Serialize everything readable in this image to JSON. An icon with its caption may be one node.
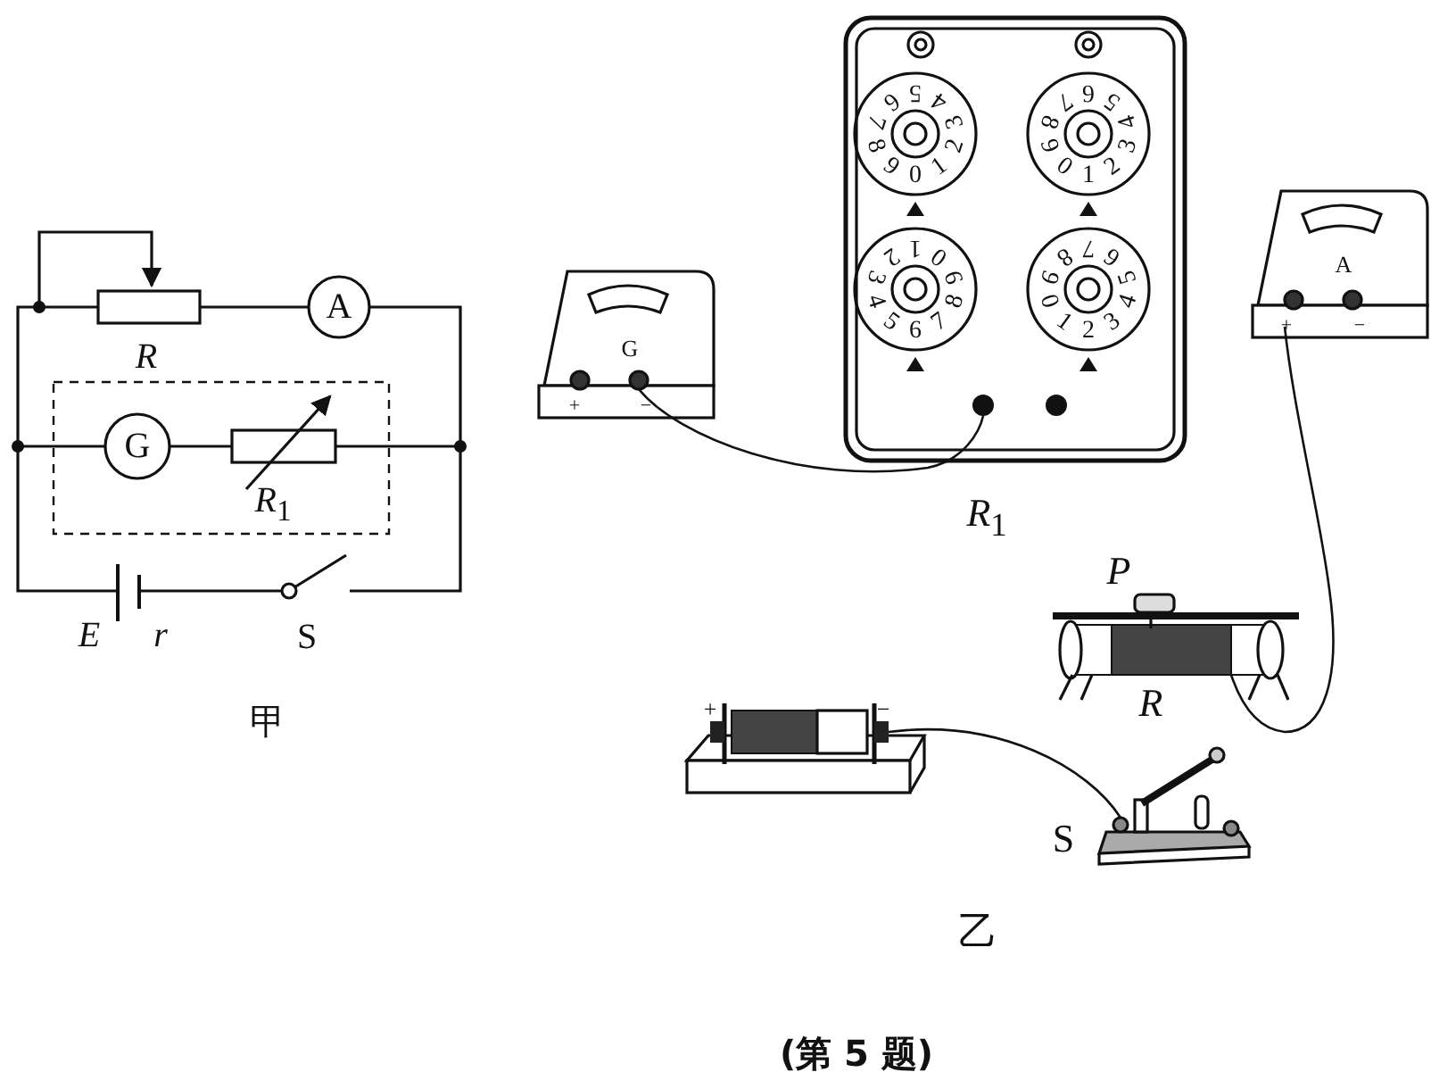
{
  "diagram": {
    "caption": "(第 5 题)",
    "nodes": [
      {
        "text": [],
        "shape": "picture"
      },
      {
        "text": [],
        "shape": "picture"
      },
      {
        "text": [],
        "shape": "picture"
      },
      {
        "text": [],
        "shape": "picture"
      },
      {
        "text": [],
        "shape": "picture"
      },
      {
        "text": [],
        "shape": "picture"
      }
    ],
    "edges": [
      {
        "from": 0,
        "to": 1,
        "arrow": "none"
      },
      {
        "from": 2,
        "to": 3,
        "arrow": "none"
      },
      {
        "from": 4,
        "to": 5,
        "arrow": "none"
      }
    ],
    "labels": [
      "R",
      "A",
      "G",
      "*R*$_{1}$",
      "E",
      "r",
      "S",
      "甲",
      "G",
      "+",
      "−",
      "0",
      "1",
      "2",
      "3",
      "4",
      "5",
      "6",
      "7",
      "8",
      "9",
      "0",
      "1",
      "2",
      "3",
      "4",
      "5",
      "6",
      "7",
      "8",
      "9",
      "0",
      "1",
      "2",
      "3",
      "4",
      "5",
      "6",
      "7",
      "8",
      "9",
      "0",
      "1",
      "2",
      "3",
      "4",
      "5",
      "6",
      "7",
      "8",
      "9",
      "*R*$_{1}$",
      "A",
      "+",
      "−",
      "P",
      "R",
      "+",
      "−",
      "S",
      "乙"
    ]
  }
}
